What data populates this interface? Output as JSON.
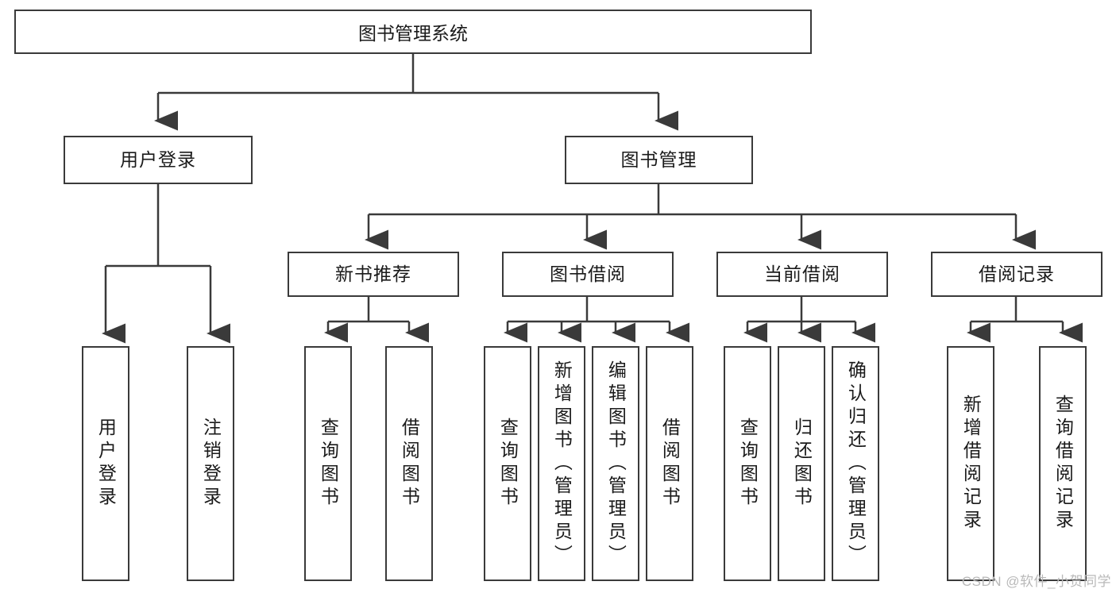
{
  "diagram": {
    "title": "图书管理系统",
    "type": "functional-structure-tree",
    "colors": {
      "stroke": "#3a3a3a",
      "fill": "#ffffff",
      "text": "#1a1a1a",
      "watermark": "#b9b9b9"
    },
    "root": {
      "label": "图书管理系统"
    },
    "level1": [
      {
        "label": "用户登录"
      },
      {
        "label": "图书管理"
      }
    ],
    "level2": [
      {
        "label": "新书推荐"
      },
      {
        "label": "图书借阅"
      },
      {
        "label": "当前借阅"
      },
      {
        "label": "借阅记录"
      }
    ],
    "leaves": {
      "user_login": [
        {
          "label": "用户登录"
        },
        {
          "label": "注销登录"
        }
      ],
      "new_book": [
        {
          "label": "查询图书"
        },
        {
          "label": "借阅图书"
        }
      ],
      "borrow": [
        {
          "label": "查询图书"
        },
        {
          "label": "新增图书（管理员）"
        },
        {
          "label": "编辑图书（管理员）"
        },
        {
          "label": "借阅图书"
        }
      ],
      "current": [
        {
          "label": "查询图书"
        },
        {
          "label": "归还图书"
        },
        {
          "label": "确认归还（管理员）"
        }
      ],
      "records": [
        {
          "label": "新增借阅记录"
        },
        {
          "label": "查询借阅记录"
        }
      ]
    }
  },
  "watermark": {
    "text": "CSDN @软件_小贺同学"
  }
}
